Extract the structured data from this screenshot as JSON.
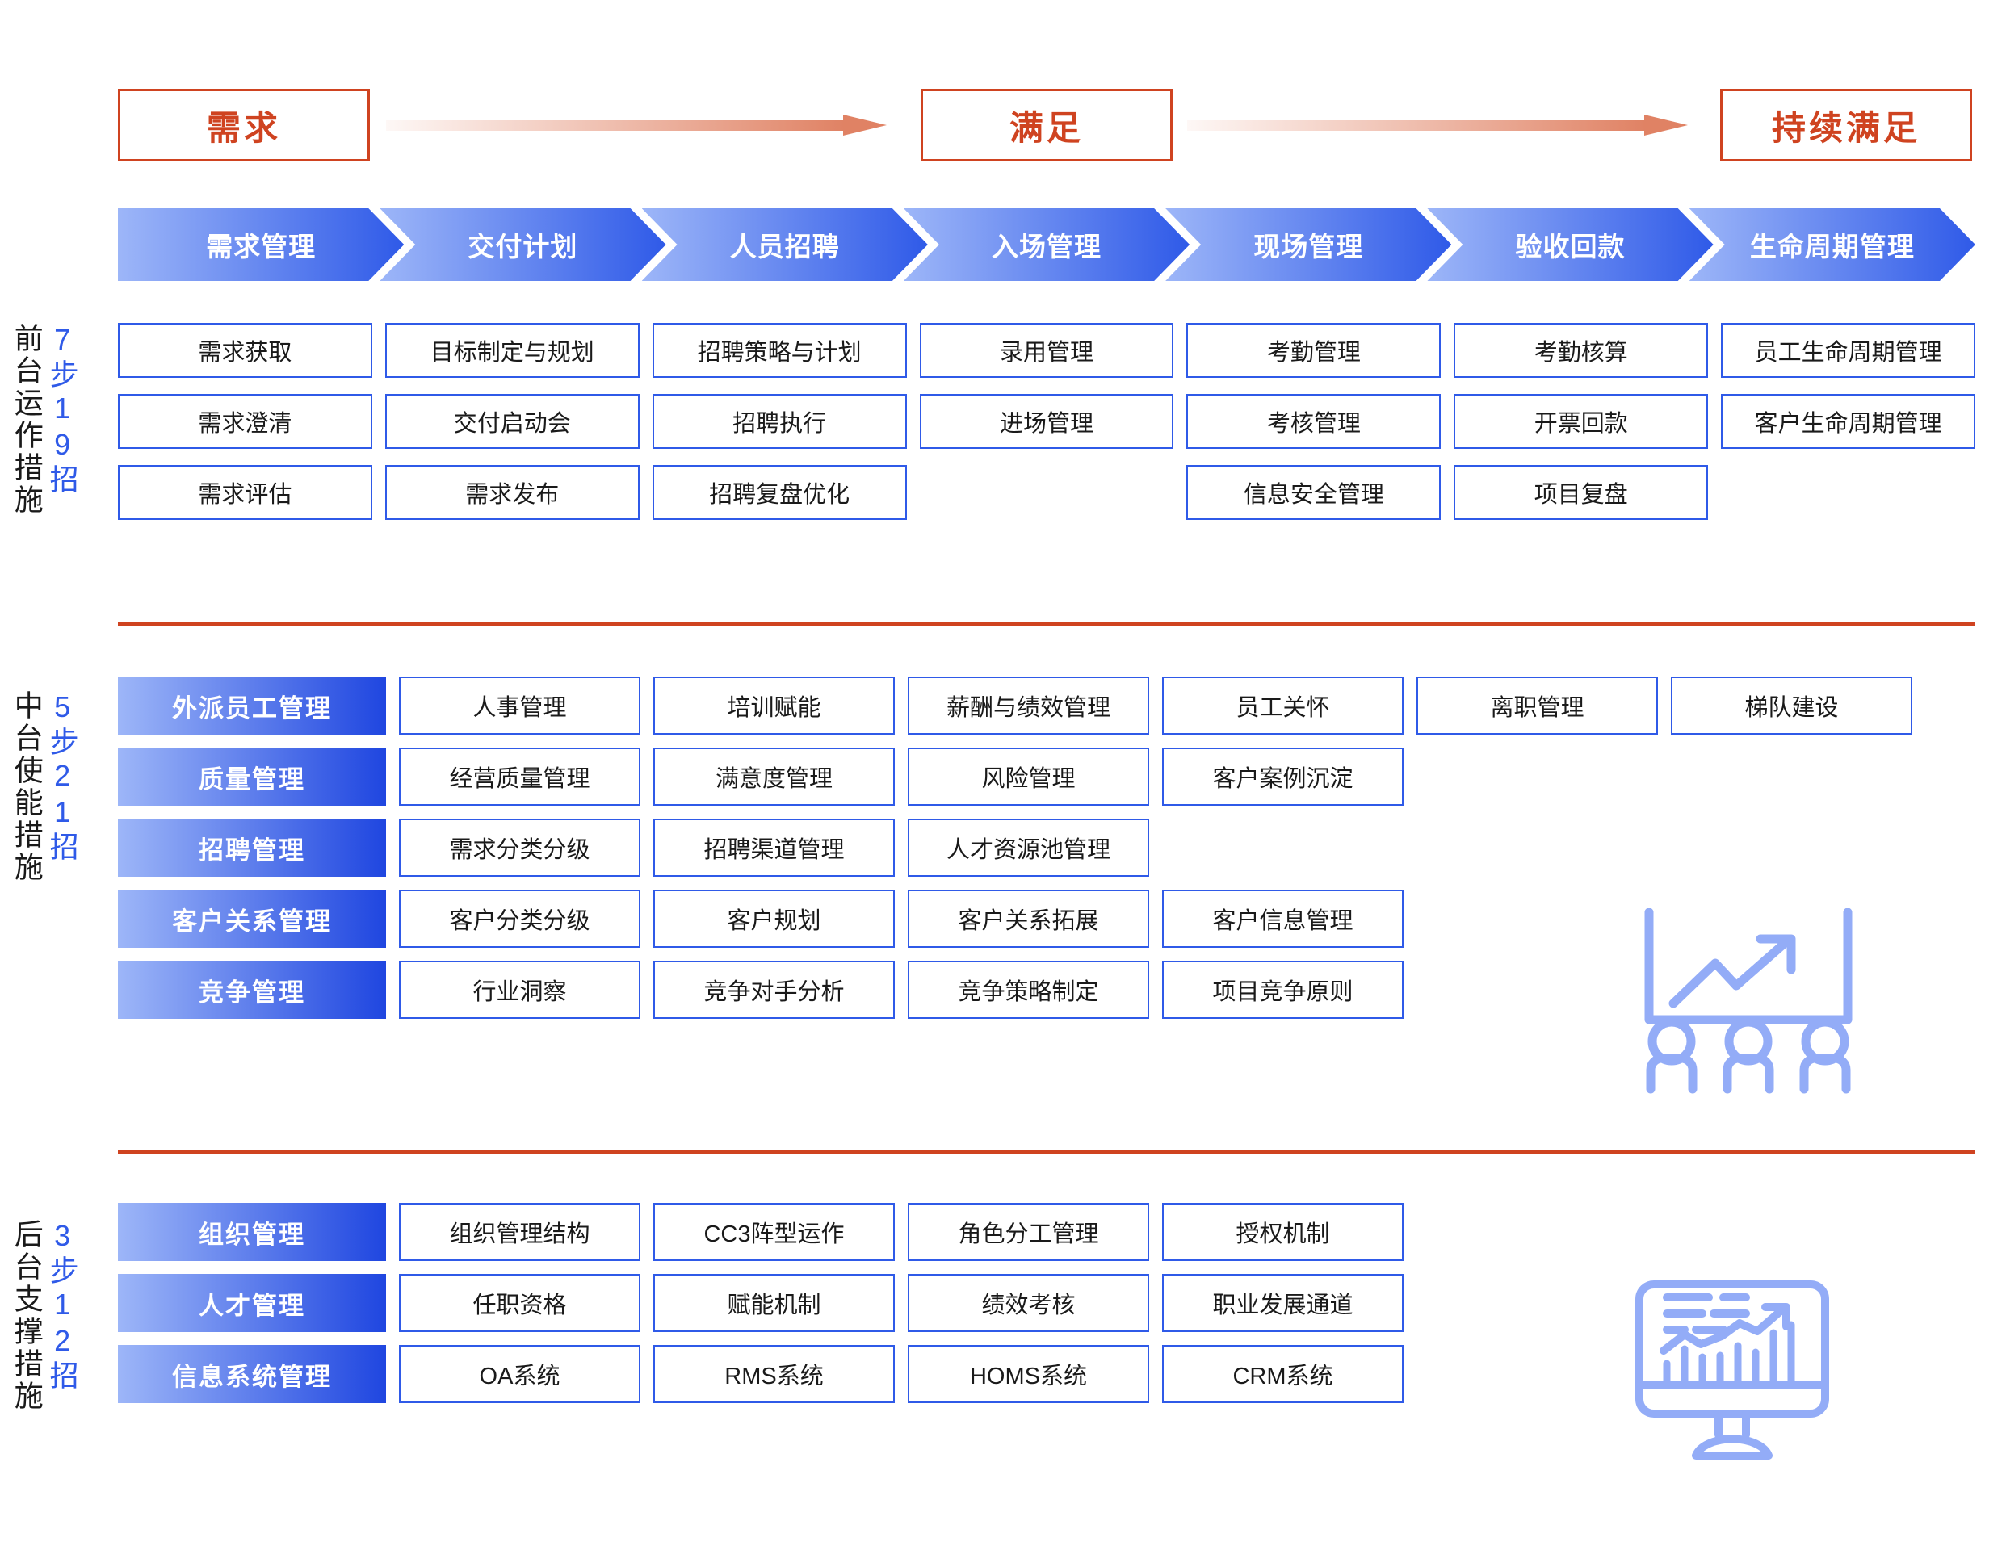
{
  "phases": [
    {
      "label": "需求"
    },
    {
      "label": "满足"
    },
    {
      "label": "持续满足"
    }
  ],
  "arrows": [
    {
      "name": "arrow-need-to-satisfy"
    },
    {
      "name": "arrow-satisfy-to-continuous"
    }
  ],
  "process_steps": [
    {
      "label": "需求管理"
    },
    {
      "label": "交付计划"
    },
    {
      "label": "人员招聘"
    },
    {
      "label": "入场管理"
    },
    {
      "label": "现场管理"
    },
    {
      "label": "验收回款"
    },
    {
      "label": "生命周期管理"
    }
  ],
  "sections": [
    {
      "title": "前台运作措施",
      "count": "7步19招",
      "columns": [
        {
          "items": [
            "需求获取",
            "需求澄清",
            "需求评估"
          ]
        },
        {
          "items": [
            "目标制定与规划",
            "交付启动会",
            "需求发布"
          ]
        },
        {
          "items": [
            "招聘策略与计划",
            "招聘执行",
            "招聘复盘优化"
          ]
        },
        {
          "items": [
            "录用管理",
            "进场管理"
          ]
        },
        {
          "items": [
            "考勤管理",
            "考核管理",
            "信息安全管理"
          ]
        },
        {
          "items": [
            "考勤核算",
            "开票回款",
            "项目复盘"
          ]
        },
        {
          "items": [
            "员工生命周期管理",
            "客户生命周期管理"
          ]
        }
      ]
    },
    {
      "title": "中台使能措施",
      "count": "5步21招",
      "rows": [
        {
          "label": "外派员工管理",
          "items": [
            "人事管理",
            "培训赋能",
            "薪酬与绩效管理",
            "员工关怀",
            "离职管理",
            "梯队建设"
          ]
        },
        {
          "label": "质量管理",
          "items": [
            "经营质量管理",
            "满意度管理",
            "风险管理",
            "客户案例沉淀"
          ]
        },
        {
          "label": "招聘管理",
          "items": [
            "需求分类分级",
            "招聘渠道管理",
            "人才资源池管理"
          ]
        },
        {
          "label": "客户关系管理",
          "items": [
            "客户分类分级",
            "客户规划",
            "客户关系拓展",
            "客户信息管理"
          ]
        },
        {
          "label": "竞争管理",
          "items": [
            "行业洞察",
            "竞争对手分析",
            "竞争策略制定",
            "项目竞争原则"
          ]
        }
      ]
    },
    {
      "title": "后台支撑措施",
      "count": "3步12招",
      "rows": [
        {
          "label": "组织管理",
          "items": [
            "组织管理结构",
            "CC3阵型运作",
            "角色分工管理",
            "授权机制"
          ]
        },
        {
          "label": "人才管理",
          "items": [
            "任职资格",
            "赋能机制",
            "绩效考核",
            "职业发展通道"
          ]
        },
        {
          "label": "信息系统管理",
          "items": [
            "OA系统",
            "RMS系统",
            "HOMS系统",
            "CRM系统"
          ]
        }
      ]
    }
  ],
  "decorations": [
    {
      "name": "presentation-board-people-icon"
    },
    {
      "name": "monitor-bar-chart-icon"
    }
  ],
  "colors": {
    "accent_orange": "#cf4320",
    "arrow_orange": "#e08264",
    "blue_dark": "#2f5ae8",
    "blue_light": "#9db6f8",
    "text_dark": "#1a1a1a"
  }
}
